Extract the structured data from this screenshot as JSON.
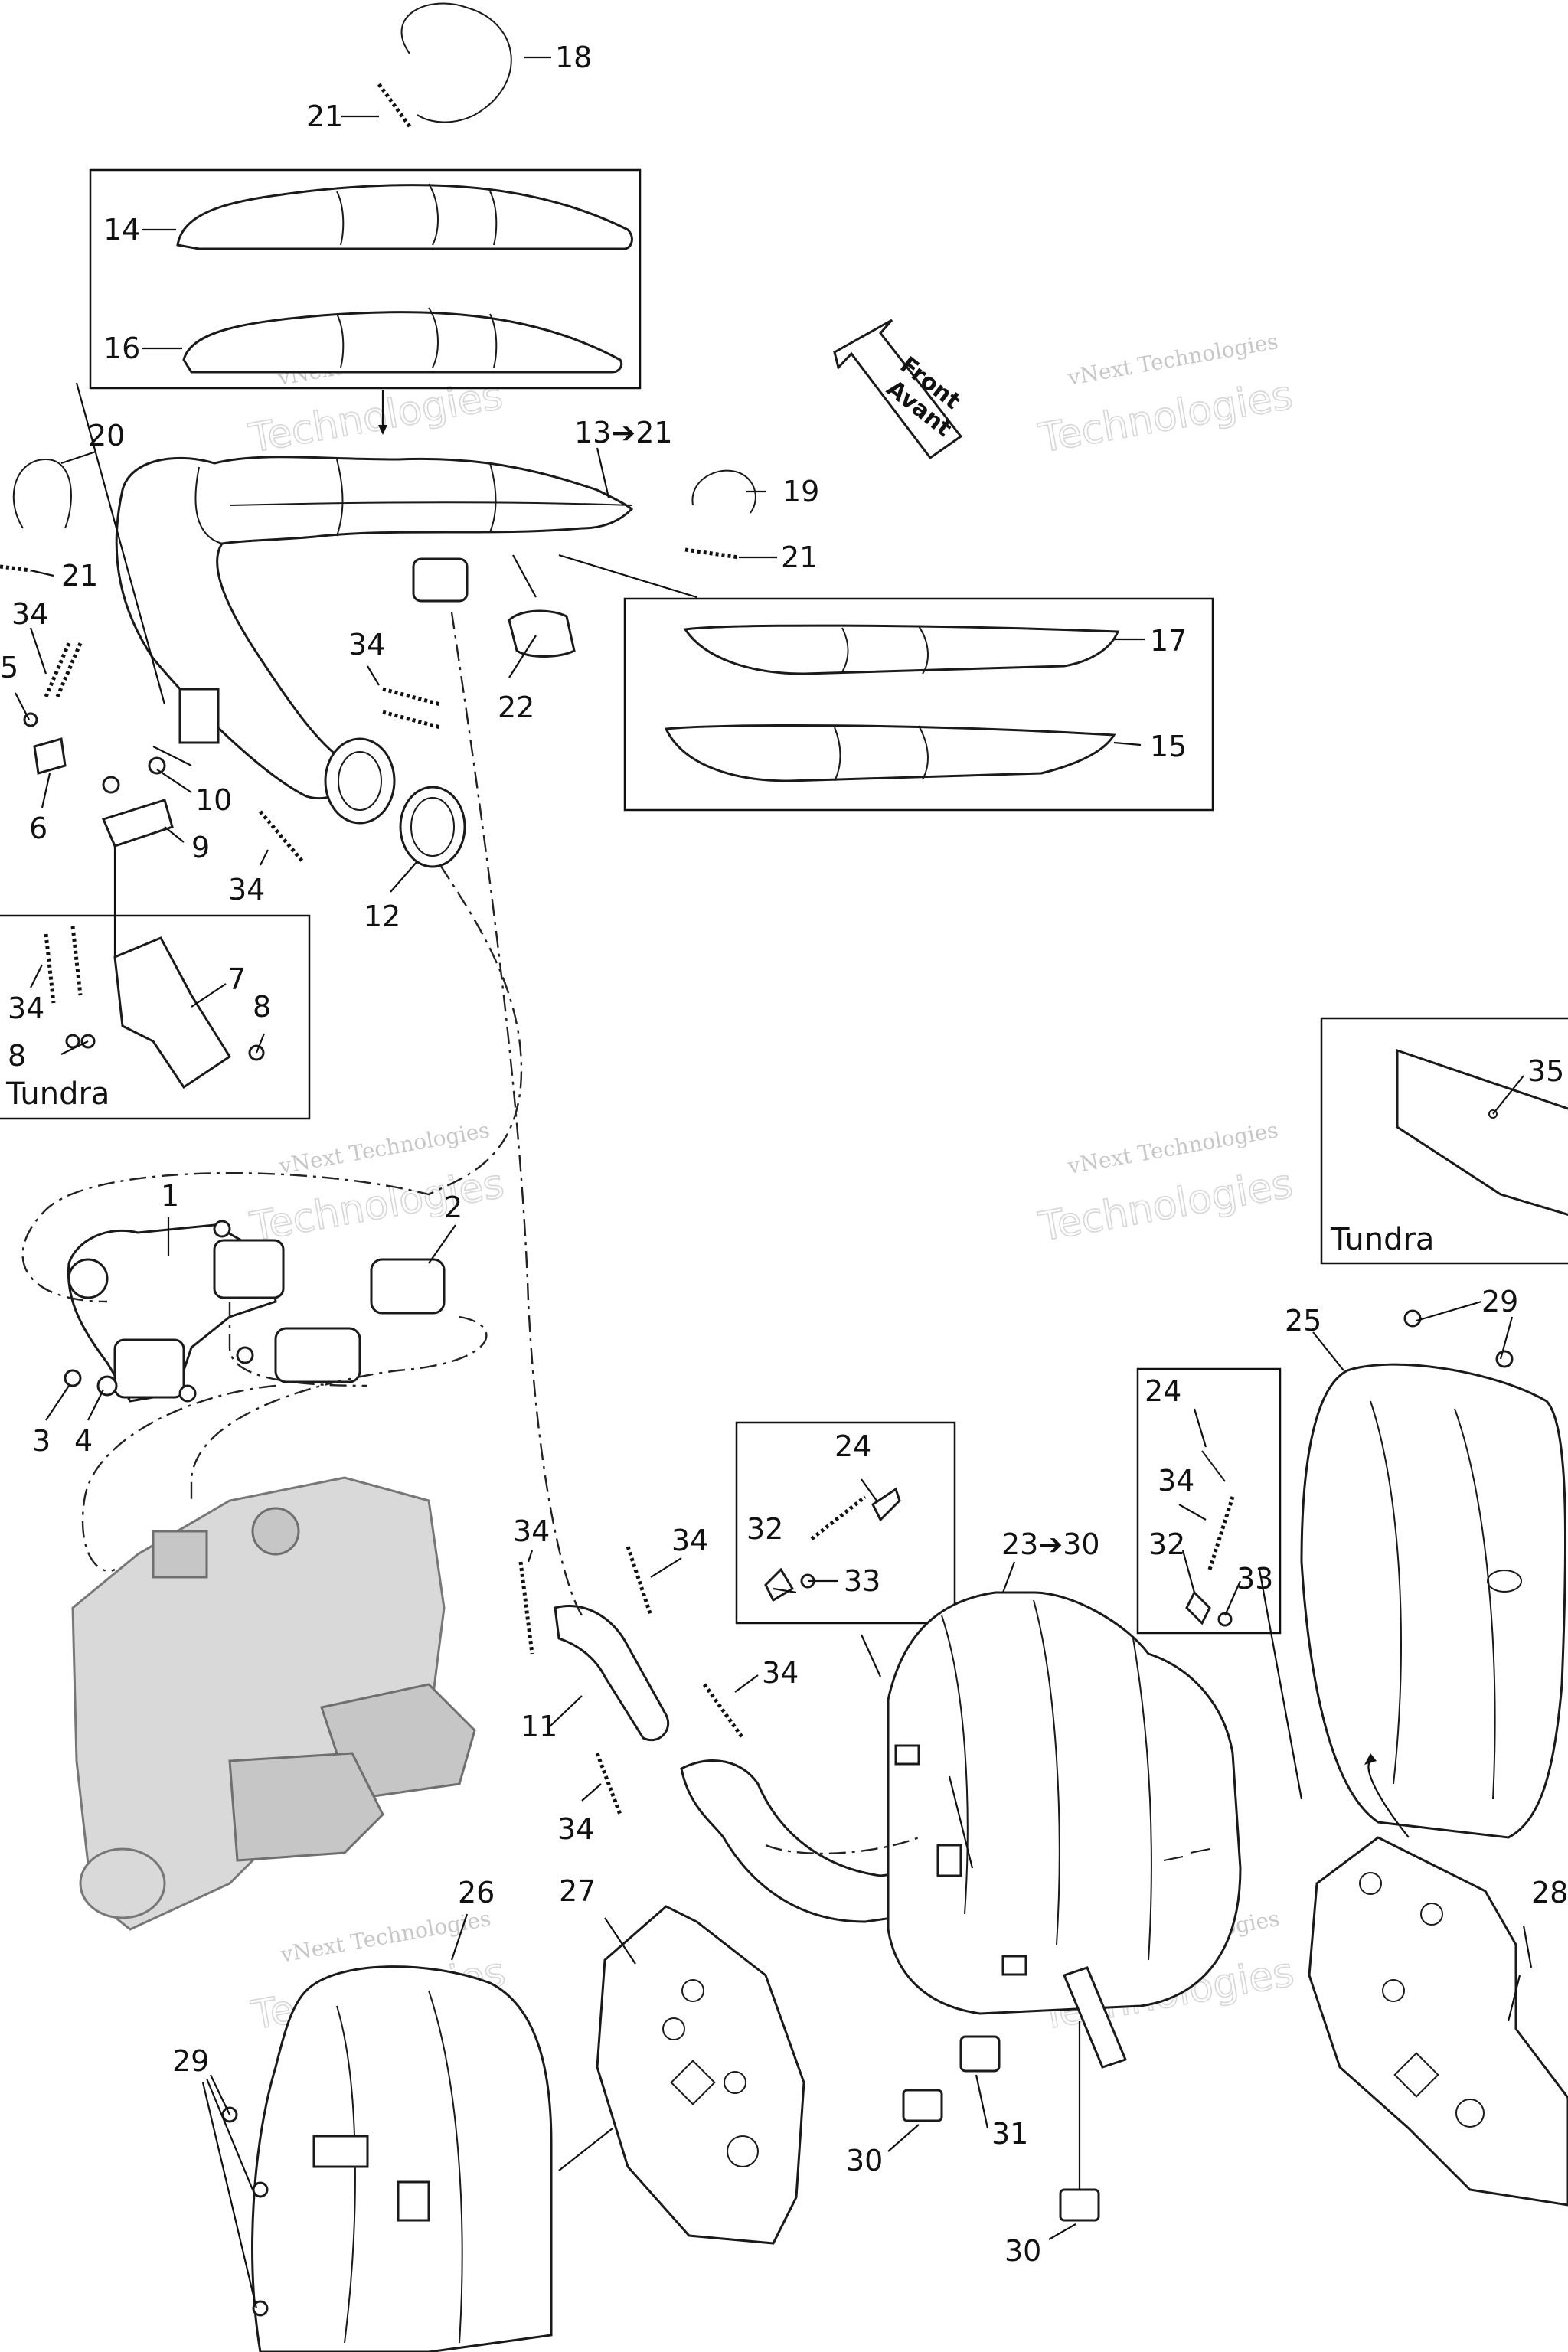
{
  "diagram": {
    "direction_arrow": {
      "line1": "Front",
      "line2": "Avant"
    },
    "tundra_labels": [
      "Tundra",
      "Tundra"
    ],
    "watermark": {
      "line1": "vNext Technologies",
      "line2": "Technologies"
    },
    "callouts": [
      "18",
      "21",
      "14",
      "16",
      "20",
      "13➔21",
      "19",
      "21",
      "21",
      "34",
      "5",
      "6",
      "34",
      "10",
      "9",
      "22",
      "17",
      "15",
      "34",
      "12",
      "34",
      "7",
      "8",
      "8",
      "1",
      "2",
      "3",
      "4",
      "34",
      "34",
      "32",
      "24",
      "33",
      "23➔30",
      "24",
      "34",
      "32",
      "33",
      "25",
      "29",
      "35",
      "11",
      "34",
      "34",
      "26",
      "27",
      "28",
      "29",
      "31",
      "30",
      "30"
    ]
  }
}
